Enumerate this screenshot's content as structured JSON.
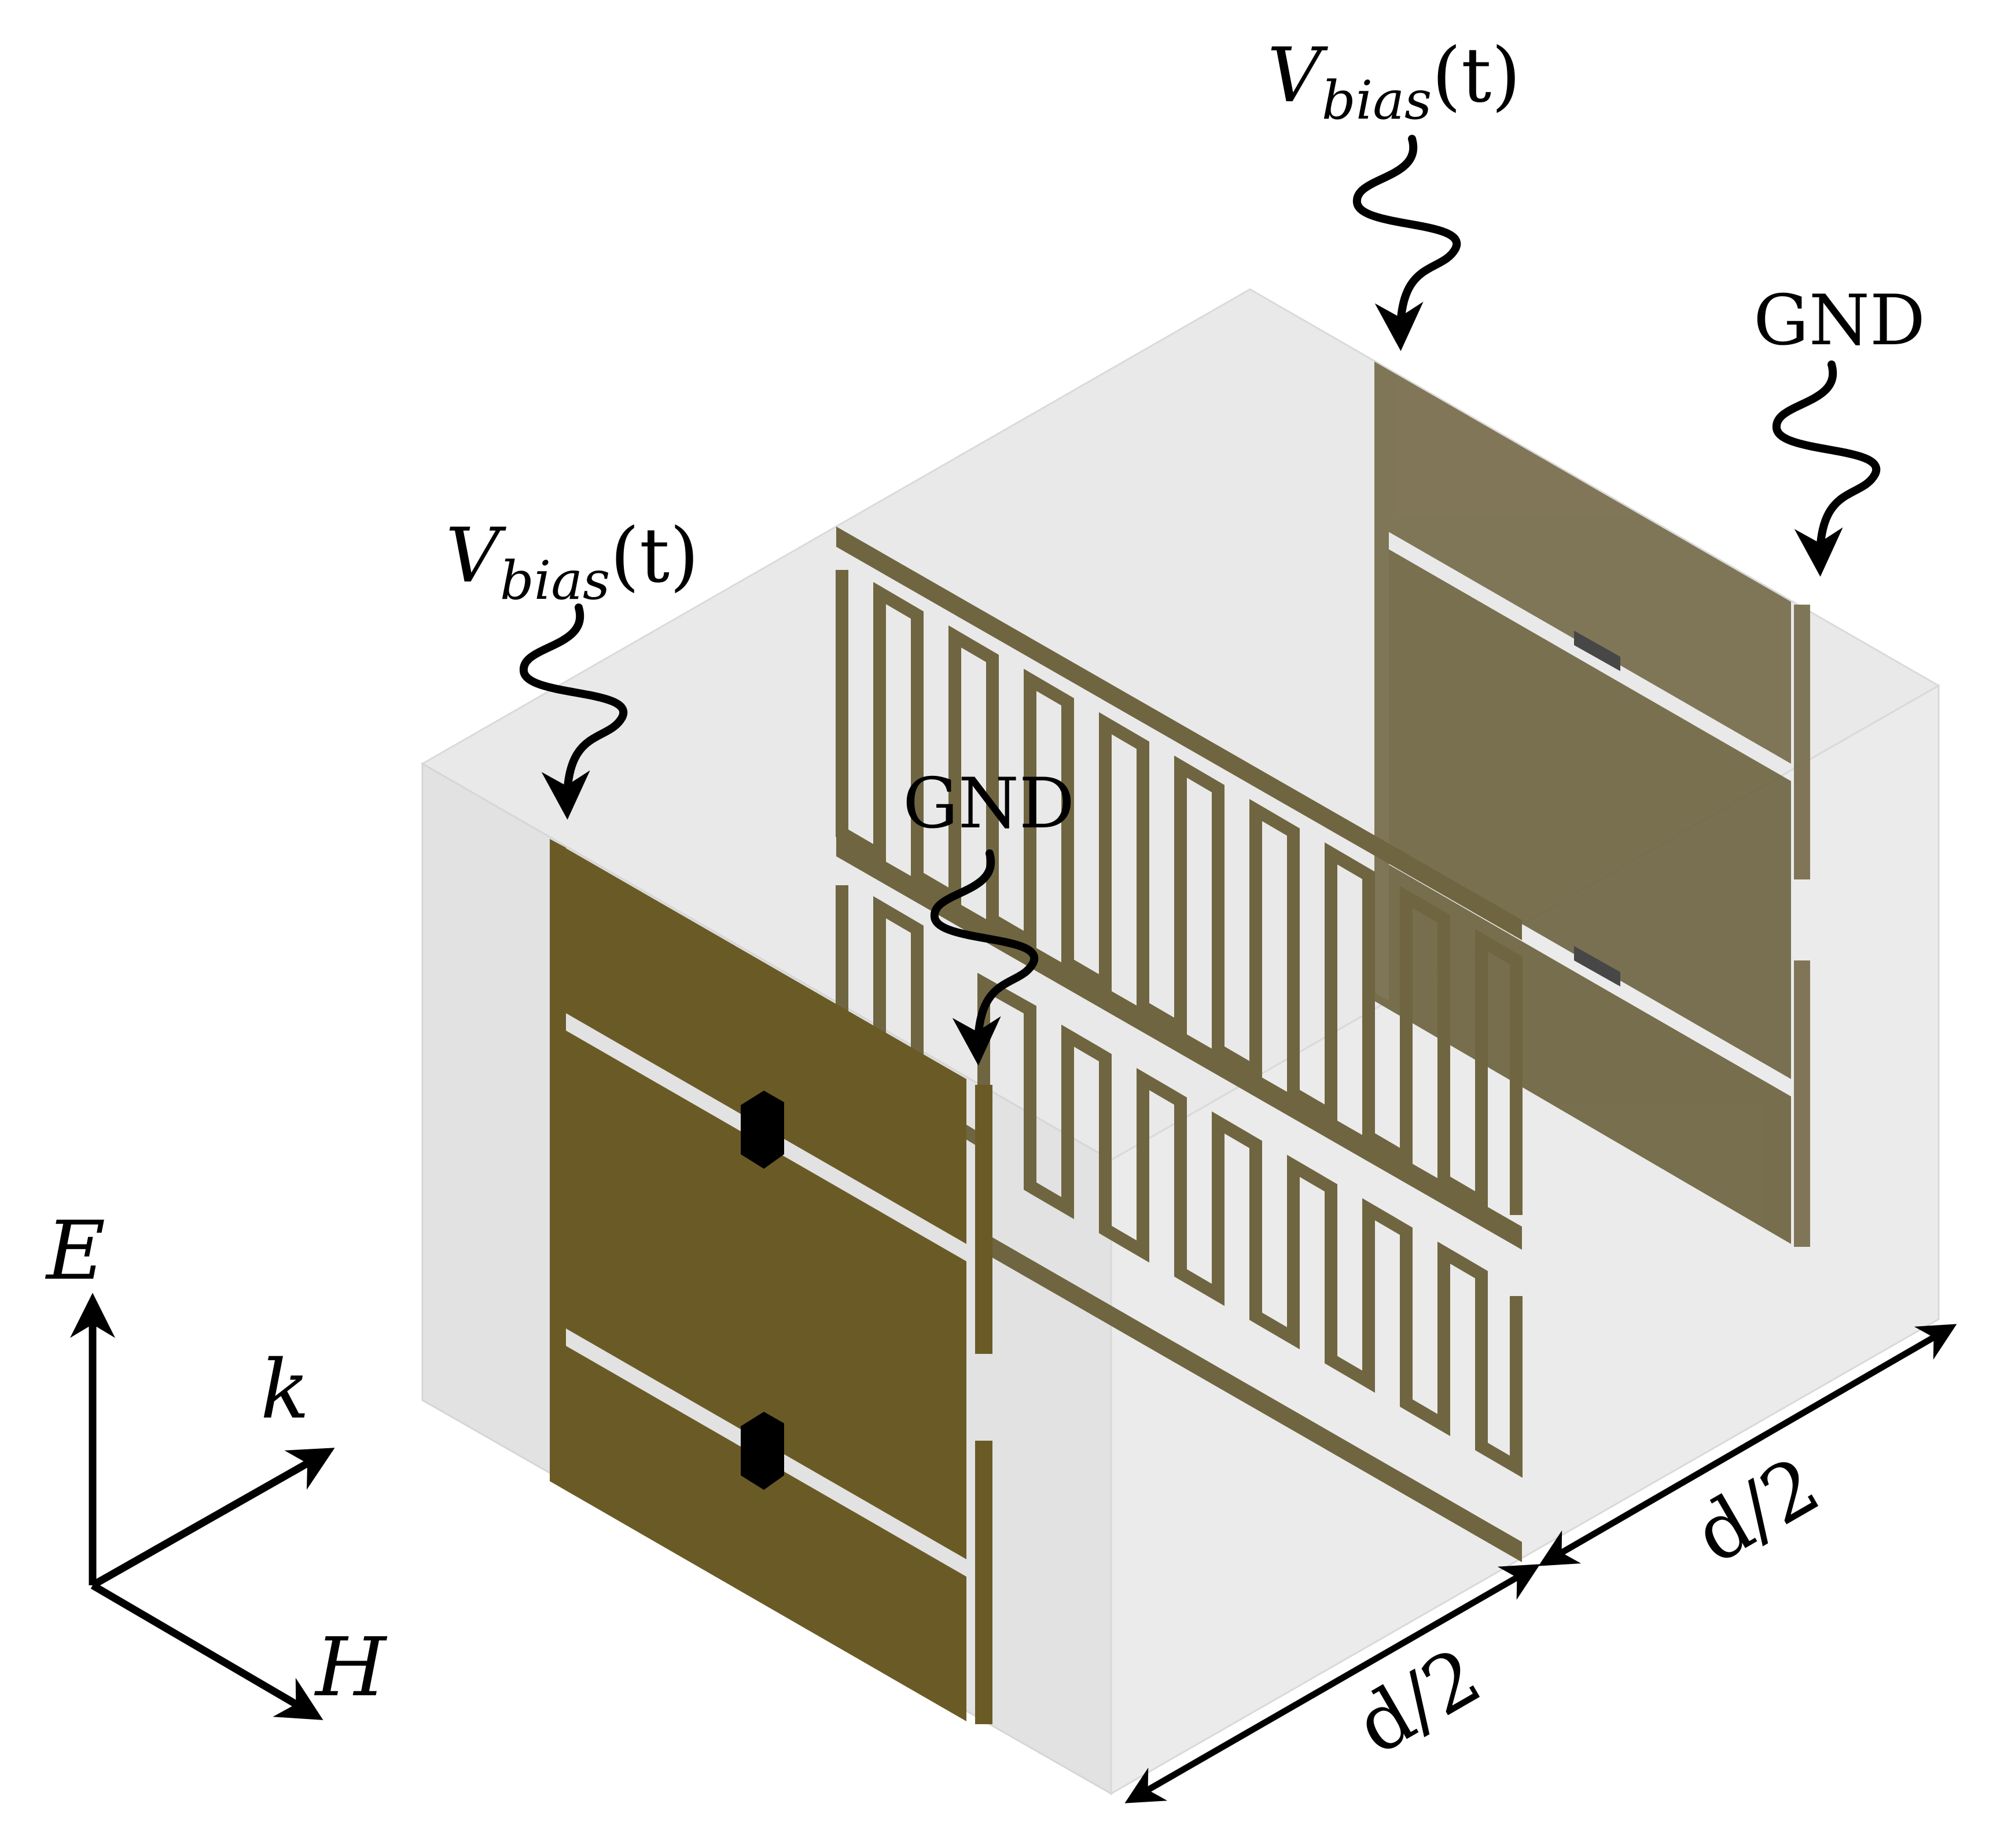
{
  "labels": {
    "vbias_left": {
      "main": "V",
      "sub": "bias",
      "arg": "(t)"
    },
    "vbias_right": {
      "main": "V",
      "sub": "bias",
      "arg": "(t)"
    },
    "gnd_left": "GND",
    "gnd_right": "GND",
    "dim_front": "d/2",
    "dim_side": "d/2"
  },
  "axes": {
    "e": "E",
    "k": "k",
    "h": "H"
  },
  "colors": {
    "metal": "#6a5b26",
    "metal_rear": "#776d4b",
    "substrate_light": "#ececec",
    "substrate_mid": "#e3e3e3",
    "chip": "#000000",
    "arrow": "#000000"
  }
}
